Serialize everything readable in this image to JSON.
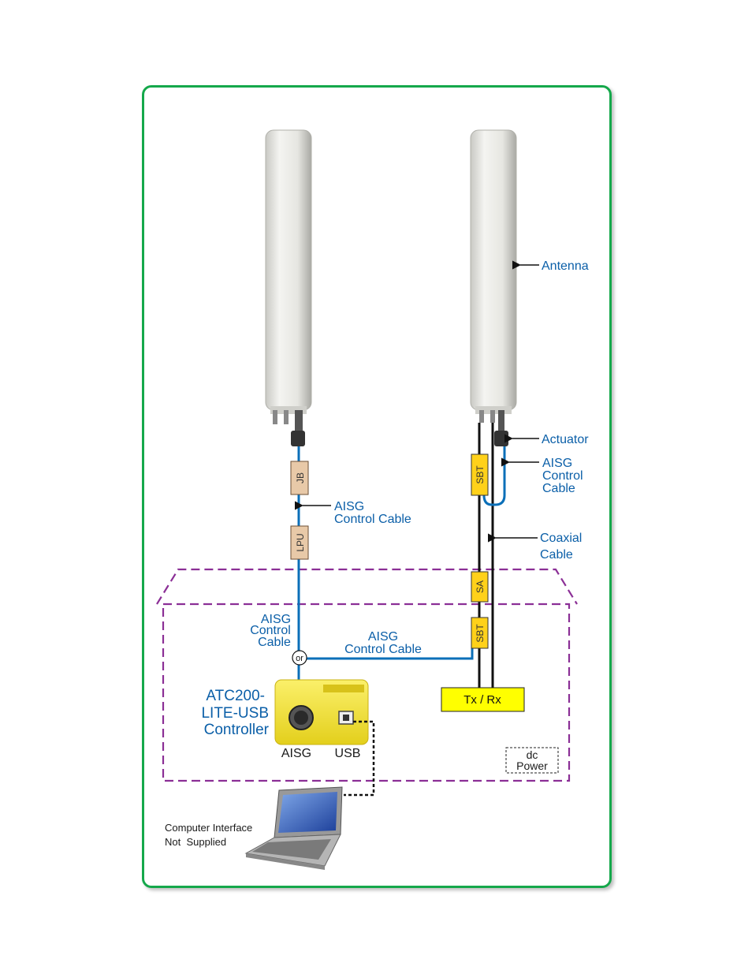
{
  "labels": {
    "antenna": "Antenna",
    "actuator": "Actuator",
    "aisg_control_right": [
      "AISG",
      "Control",
      "Cable"
    ],
    "coaxial_cable": [
      "Coaxial",
      "Cable"
    ],
    "aisg_control_cable_left": [
      "AISG",
      "Control Cable"
    ],
    "aisg_control_cable_left_low": [
      "AISG",
      "Control",
      "Cable"
    ],
    "aisg_control_cable_mid": [
      "AISG",
      "Control Cable"
    ],
    "jb": "JB",
    "lpu": "LPU",
    "sbt_top": "SBT",
    "sa": "SA",
    "sbt_bottom": "SBT",
    "or": "or",
    "txrx": "Tx / Rx",
    "controller_name": [
      "ATC200-",
      "LITE-USB",
      "Controller"
    ],
    "aisg_port": "AISG",
    "usb_port": "USB",
    "dc_power": [
      "dc",
      "Power"
    ],
    "computer_interface": [
      "Computer Interface",
      "Not  Supplied"
    ]
  },
  "colors": {
    "frame": "#15a84b",
    "cable_blue": "#0b6fb8",
    "text_blue": "#0b5fa8",
    "enclosure_dashed": "#8b2f96",
    "yellow_box": "#ffd11a",
    "tan_box": "#e8c9a8",
    "controller_yellow": "#f3e23a"
  }
}
